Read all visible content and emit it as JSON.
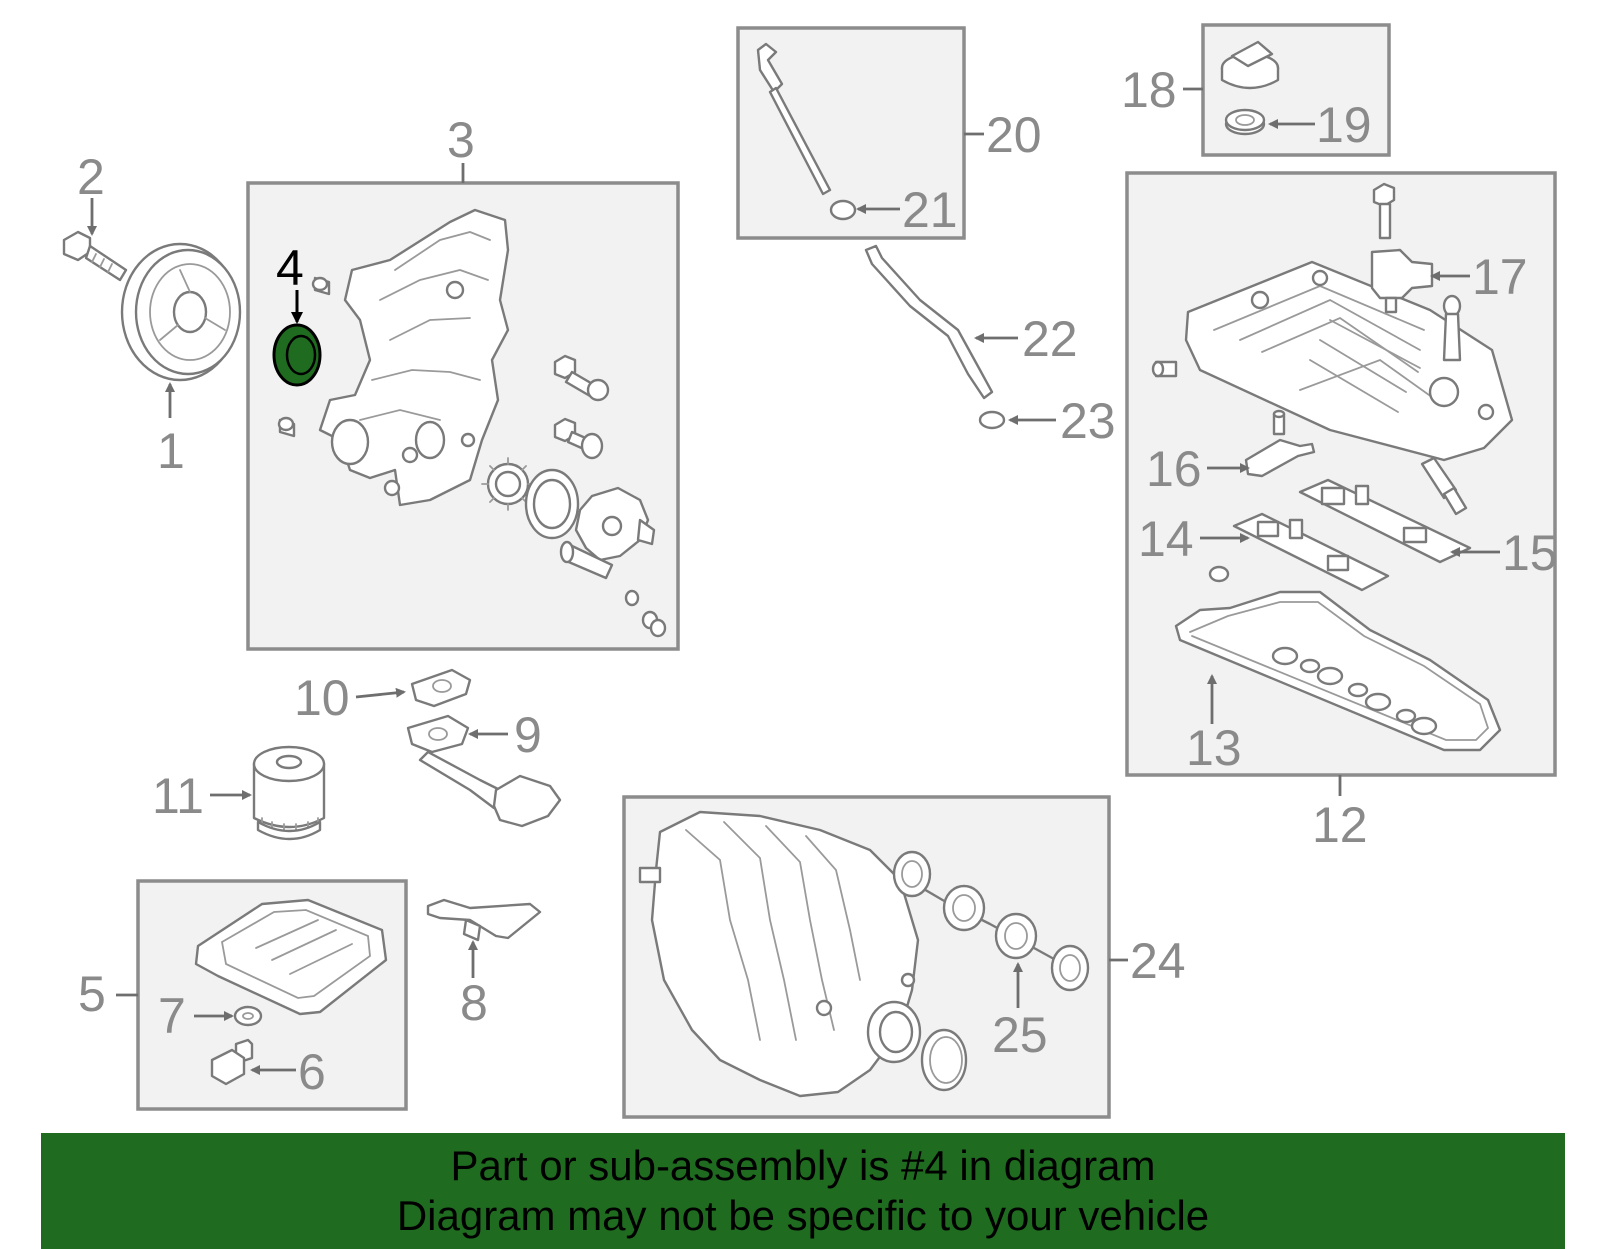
{
  "highlighted_part": "4",
  "labels": {
    "p1": "1",
    "p2": "2",
    "p3": "3",
    "p4": "4",
    "p5": "5",
    "p6": "6",
    "p7": "7",
    "p8": "8",
    "p9": "9",
    "p10": "10",
    "p11": "11",
    "p12": "12",
    "p13": "13",
    "p14": "14",
    "p15": "15",
    "p16": "16",
    "p17": "17",
    "p18": "18",
    "p19": "19",
    "p20": "20",
    "p21": "21",
    "p22": "22",
    "p23": "23",
    "p24": "24",
    "p25": "25"
  },
  "banner": {
    "line1": "Part or sub-assembly is #4 in diagram",
    "line2": "Diagram may not be specific to your vehicle"
  },
  "colors": {
    "highlight": "#1f6b1f",
    "banner_background": "#1f6b1f",
    "part_line": "#7a7a7a",
    "box_fill": "#f2f2f2"
  }
}
